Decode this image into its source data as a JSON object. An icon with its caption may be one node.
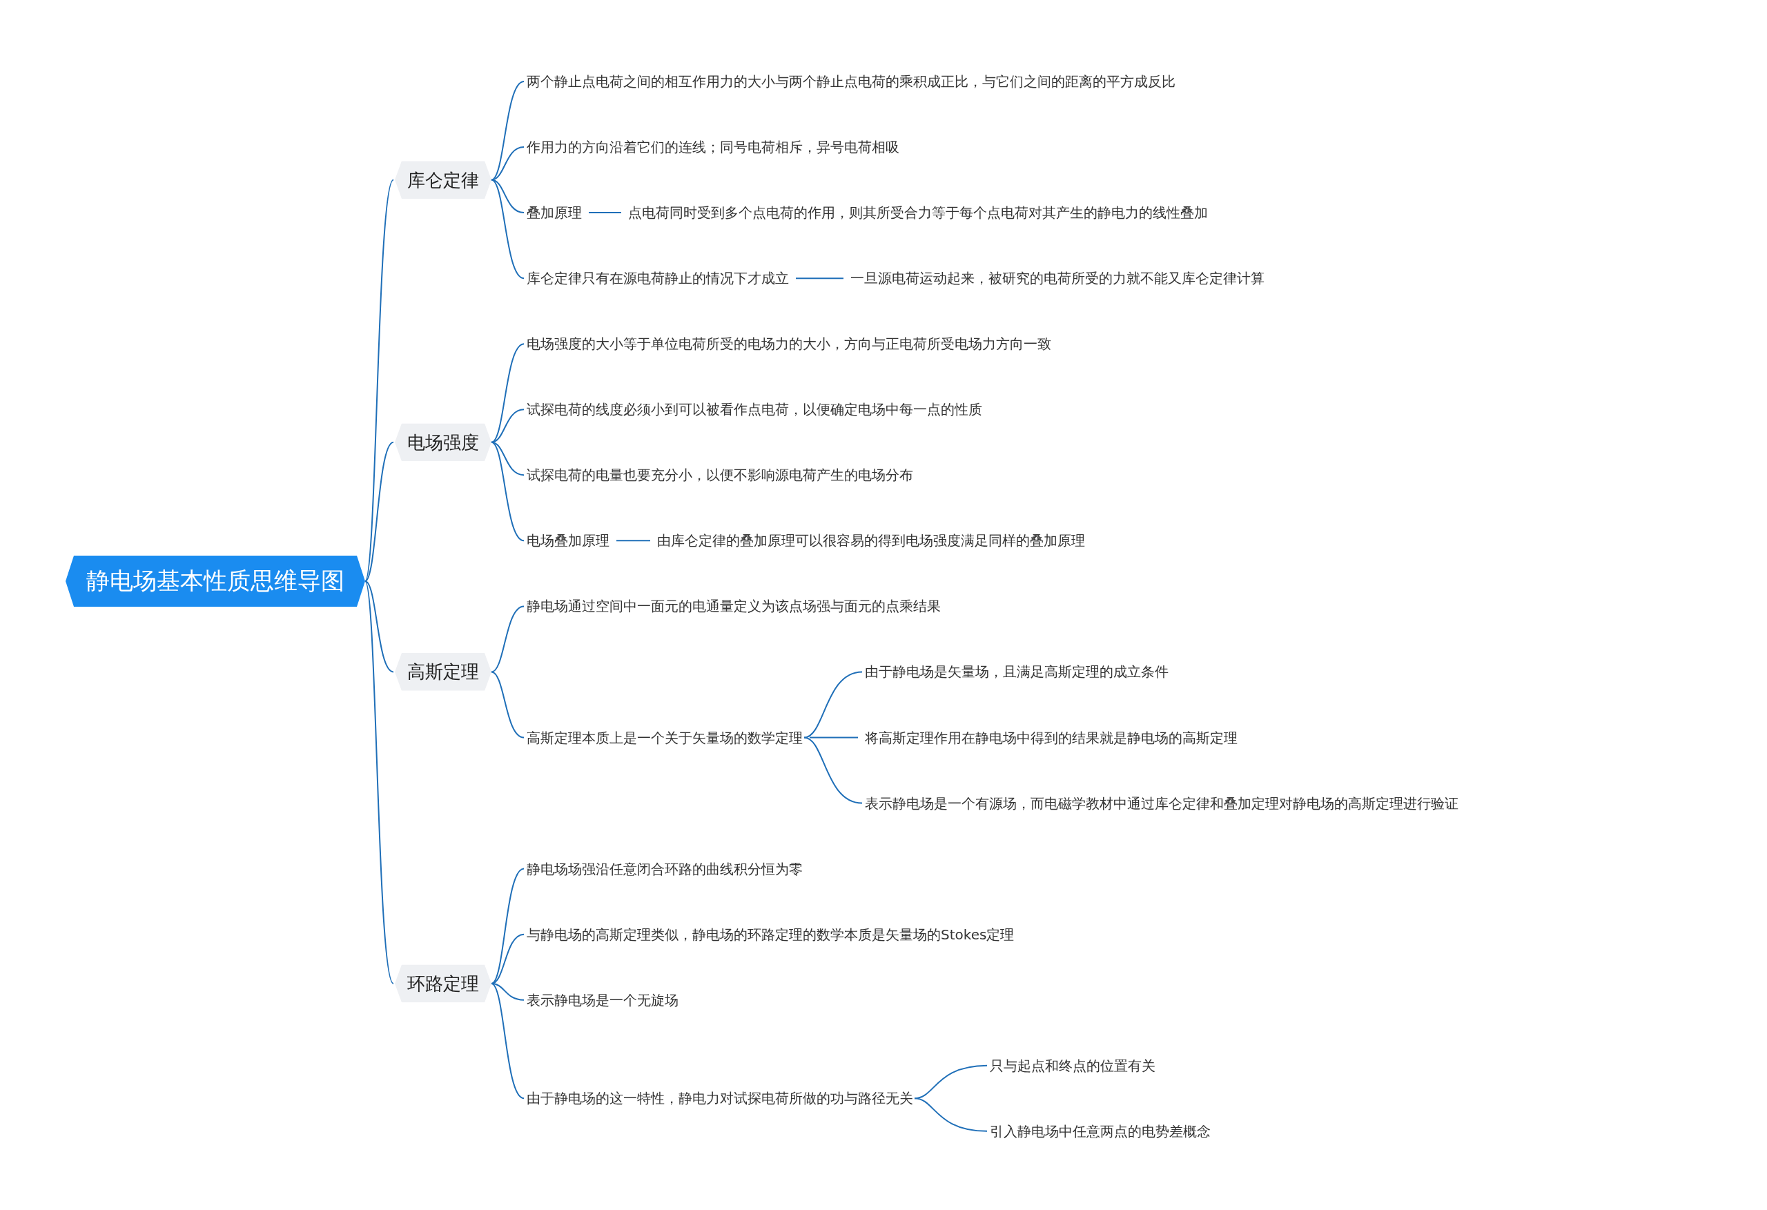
{
  "diagram": {
    "nodes": [
      {
        "text": [
          "静电场基本性质思维导图"
        ]
      },
      {
        "text": [
          "库仑定律"
        ]
      },
      {
        "text": [
          "两个静止点电荷之间的相互作用力的大小与两个静止点电荷的乘积成正比，与它们之间的距离的平方成反比"
        ]
      },
      {
        "text": [
          "作用力的方向沿着它们的连线；同号电荷相斥，异号电荷相吸"
        ]
      },
      {
        "text": [
          "叠加原理"
        ]
      },
      {
        "text": [
          "点电荷同时受到多个点电荷的作用，则其所受合力等于每个点电荷对其产生的静电力的线性叠加"
        ]
      },
      {
        "text": [
          "库仑定律只有在源电荷静止的情况下才成立"
        ]
      },
      {
        "text": [
          "一旦源电荷运动起来，被研究的电荷所受的力就不能又库仑定律计算"
        ]
      },
      {
        "text": [
          "电场强度"
        ]
      },
      {
        "text": [
          "电场强度的大小等于单位电荷所受的电场力的大小，方向与正电荷所受电场力方向一致"
        ]
      },
      {
        "text": [
          "试探电荷的线度必须小到可以被看作点电荷，以便确定电场中每一点的性质"
        ]
      },
      {
        "text": [
          "试探电荷的电量也要充分小，以便不影响源电荷产生的电场分布"
        ]
      },
      {
        "text": [
          "电场叠加原理"
        ]
      },
      {
        "text": [
          "由库仑定律的叠加原理可以很容易的得到电场强度满足同样的叠加原理"
        ]
      },
      {
        "text": [
          "高斯定理"
        ]
      },
      {
        "text": [
          "静电场通过空间中一面元的电通量定义为该点场强与面元的点乘结果"
        ]
      },
      {
        "text": [
          "高斯定理本质上是一个关于矢量场的数学定理"
        ]
      },
      {
        "text": [
          "由于静电场是矢量场，且满足高斯定理的成立条件"
        ]
      },
      {
        "text": [
          "将高斯定理作用在静电场中得到的结果就是静电场的高斯定理"
        ]
      },
      {
        "text": [
          "表示静电场是一个有源场，而电磁学教材中通过库仑定律和叠加定理对静电场的高斯定理进行验证"
        ]
      },
      {
        "text": [
          "环路定理"
        ]
      },
      {
        "text": [
          "静电场场强沿任意闭合环路的曲线积分恒为零"
        ]
      },
      {
        "text": [
          "与静电场的高斯定理类似，静电场的环路定理的数学本质是矢量场的Stokes定理"
        ]
      },
      {
        "text": [
          "表示静电场是一个无旋场"
        ]
      },
      {
        "text": [
          "由于静电场的这一特性，静电力对试探电荷所做的功与路径无关"
        ]
      },
      {
        "text": [
          "只与起点和终点的位置有关"
        ]
      },
      {
        "text": [
          "引入静电场中任意两点的电势差概念"
        ]
      }
    ],
    "edges": [
      {
        "from": 0,
        "to": 1,
        "arrow": "none"
      },
      {
        "from": 1,
        "to": 2,
        "arrow": "none"
      },
      {
        "from": 1,
        "to": 3,
        "arrow": "none"
      },
      {
        "from": 1,
        "to": 4,
        "arrow": "none"
      },
      {
        "from": 4,
        "to": 5,
        "arrow": "none"
      },
      {
        "from": 1,
        "to": 6,
        "arrow": "none"
      },
      {
        "from": 6,
        "to": 7,
        "arrow": "none"
      },
      {
        "from": 0,
        "to": 8,
        "arrow": "none"
      },
      {
        "from": 8,
        "to": 9,
        "arrow": "none"
      },
      {
        "from": 8,
        "to": 10,
        "arrow": "none"
      },
      {
        "from": 8,
        "to": 11,
        "arrow": "none"
      },
      {
        "from": 8,
        "to": 12,
        "arrow": "none"
      },
      {
        "from": 12,
        "to": 13,
        "arrow": "none"
      },
      {
        "from": 0,
        "to": 14,
        "arrow": "none"
      },
      {
        "from": 14,
        "to": 15,
        "arrow": "none"
      },
      {
        "from": 14,
        "to": 16,
        "arrow": "none"
      },
      {
        "from": 16,
        "to": 17,
        "arrow": "none"
      },
      {
        "from": 16,
        "to": 18,
        "arrow": "none"
      },
      {
        "from": 16,
        "to": 19,
        "arrow": "none"
      },
      {
        "from": 0,
        "to": 20,
        "arrow": "none"
      },
      {
        "from": 20,
        "to": 21,
        "arrow": "none"
      },
      {
        "from": 20,
        "to": 22,
        "arrow": "none"
      },
      {
        "from": 20,
        "to": 23,
        "arrow": "none"
      },
      {
        "from": 20,
        "to": 24,
        "arrow": "none"
      },
      {
        "from": 24,
        "to": 25,
        "arrow": "none"
      },
      {
        "from": 24,
        "to": 26,
        "arrow": "none"
      }
    ]
  }
}
